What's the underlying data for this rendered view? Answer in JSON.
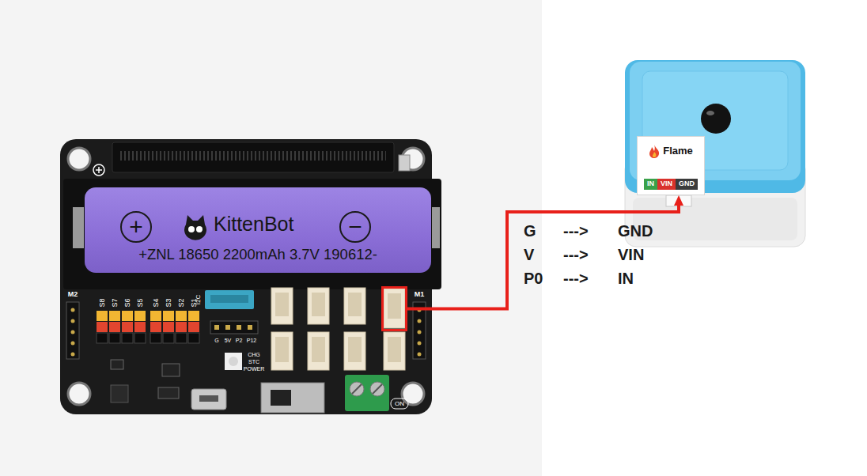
{
  "diagram": {
    "nodes": [
      {
        "text": [
          "+",
          "KittenBot",
          "−",
          "+ZNL 18650 2200mAh 3.7V 190612-"
        ]
      },
      {
        "text": []
      },
      {
        "text": [
          "Flame",
          "IN",
          "VIN",
          "GND"
        ]
      }
    ],
    "edges": [
      {
        "from": 1,
        "to": 2,
        "arrow": "to"
      }
    ],
    "labels": [
      "M2",
      "S8",
      "S7",
      "S6",
      "S5",
      "S4",
      "S3",
      "S2",
      "S1",
      "I2C",
      "G",
      "5V",
      "P2",
      "P12",
      "M1",
      "CHG",
      "STC",
      "POWER",
      "ON",
      "G",
      "--->",
      "GND",
      "V",
      "--->",
      "VIN",
      "P0",
      "--->",
      "IN"
    ]
  }
}
